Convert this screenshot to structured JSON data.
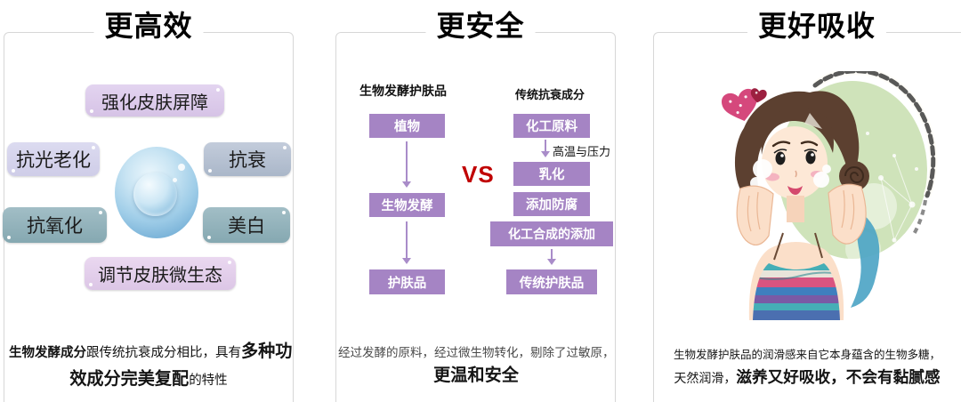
{
  "columns": [
    {
      "title": "更高效",
      "pills": [
        {
          "label": "强化皮肤屏障",
          "color": "#dccbea"
        },
        {
          "label": "抗光老化",
          "color": "#d5d4ec"
        },
        {
          "label": "抗衰",
          "color": "#b7c2d2"
        },
        {
          "label": "抗氧化",
          "color": "#93b5bd"
        },
        {
          "label": "美白",
          "color": "#93b5bd"
        },
        {
          "label": "调节皮肤微生态",
          "color": "#e4d1ec"
        }
      ],
      "center_image": "water-bubble",
      "footer_lines": [
        [
          {
            "text": "生物发酵成分",
            "bold": true
          },
          {
            "text": "跟传统抗衰成分相比，具有",
            "bold": false
          },
          {
            "text": "多种功",
            "bold": true,
            "big": true
          }
        ],
        [
          {
            "text": "效成分完美复配",
            "bold": true,
            "big": true
          },
          {
            "text": "的特性",
            "bold": false
          }
        ]
      ]
    },
    {
      "title": "更安全",
      "vs_label": "VS",
      "bio_flow": {
        "header": "生物发酵护肤品",
        "steps": [
          "植物",
          "生物发酵",
          "护肤品"
        ]
      },
      "traditional_flow": {
        "header": "传统抗衰成分",
        "steps": [
          "化工原料",
          "乳化",
          "添加防腐",
          "化工合成的添加",
          "传统护肤品"
        ],
        "arrow_label": "高温与压力"
      },
      "footer_lines": [
        [
          {
            "text": "经过发酵的原料，经过微生物转化，剔除了过敏原，",
            "bold": false
          }
        ],
        [
          {
            "text": "更温和安全",
            "bold": true,
            "big": true
          }
        ]
      ]
    },
    {
      "title": "更好吸收",
      "illustration": "woman-washing-face",
      "footer_lines": [
        [
          {
            "text": "生物发酵护肤品的润滑感来自它本身蕴含的生物多糖，",
            "bold": false
          }
        ],
        [
          {
            "text": "天然润滑，",
            "bold": false
          },
          {
            "text": "滋养又好吸收，不会有黏腻感",
            "bold": true,
            "big": true
          }
        ]
      ]
    }
  ],
  "colors": {
    "flow_box_purple": "#a584c4",
    "flow_arrow_purple": "#a98cc9",
    "vs_red": "#c00000",
    "pill_lavender": "#d5d4ec",
    "pill_light_purple": "#dccbea",
    "pill_pink_purple": "#e4d1ec",
    "pill_gray_blue": "#b7c2d2",
    "pill_teal": "#93b5bd",
    "card_border": "#d7d7d7",
    "illustration_green": "#cfe3ba",
    "heart_pink": "#d5487c"
  }
}
